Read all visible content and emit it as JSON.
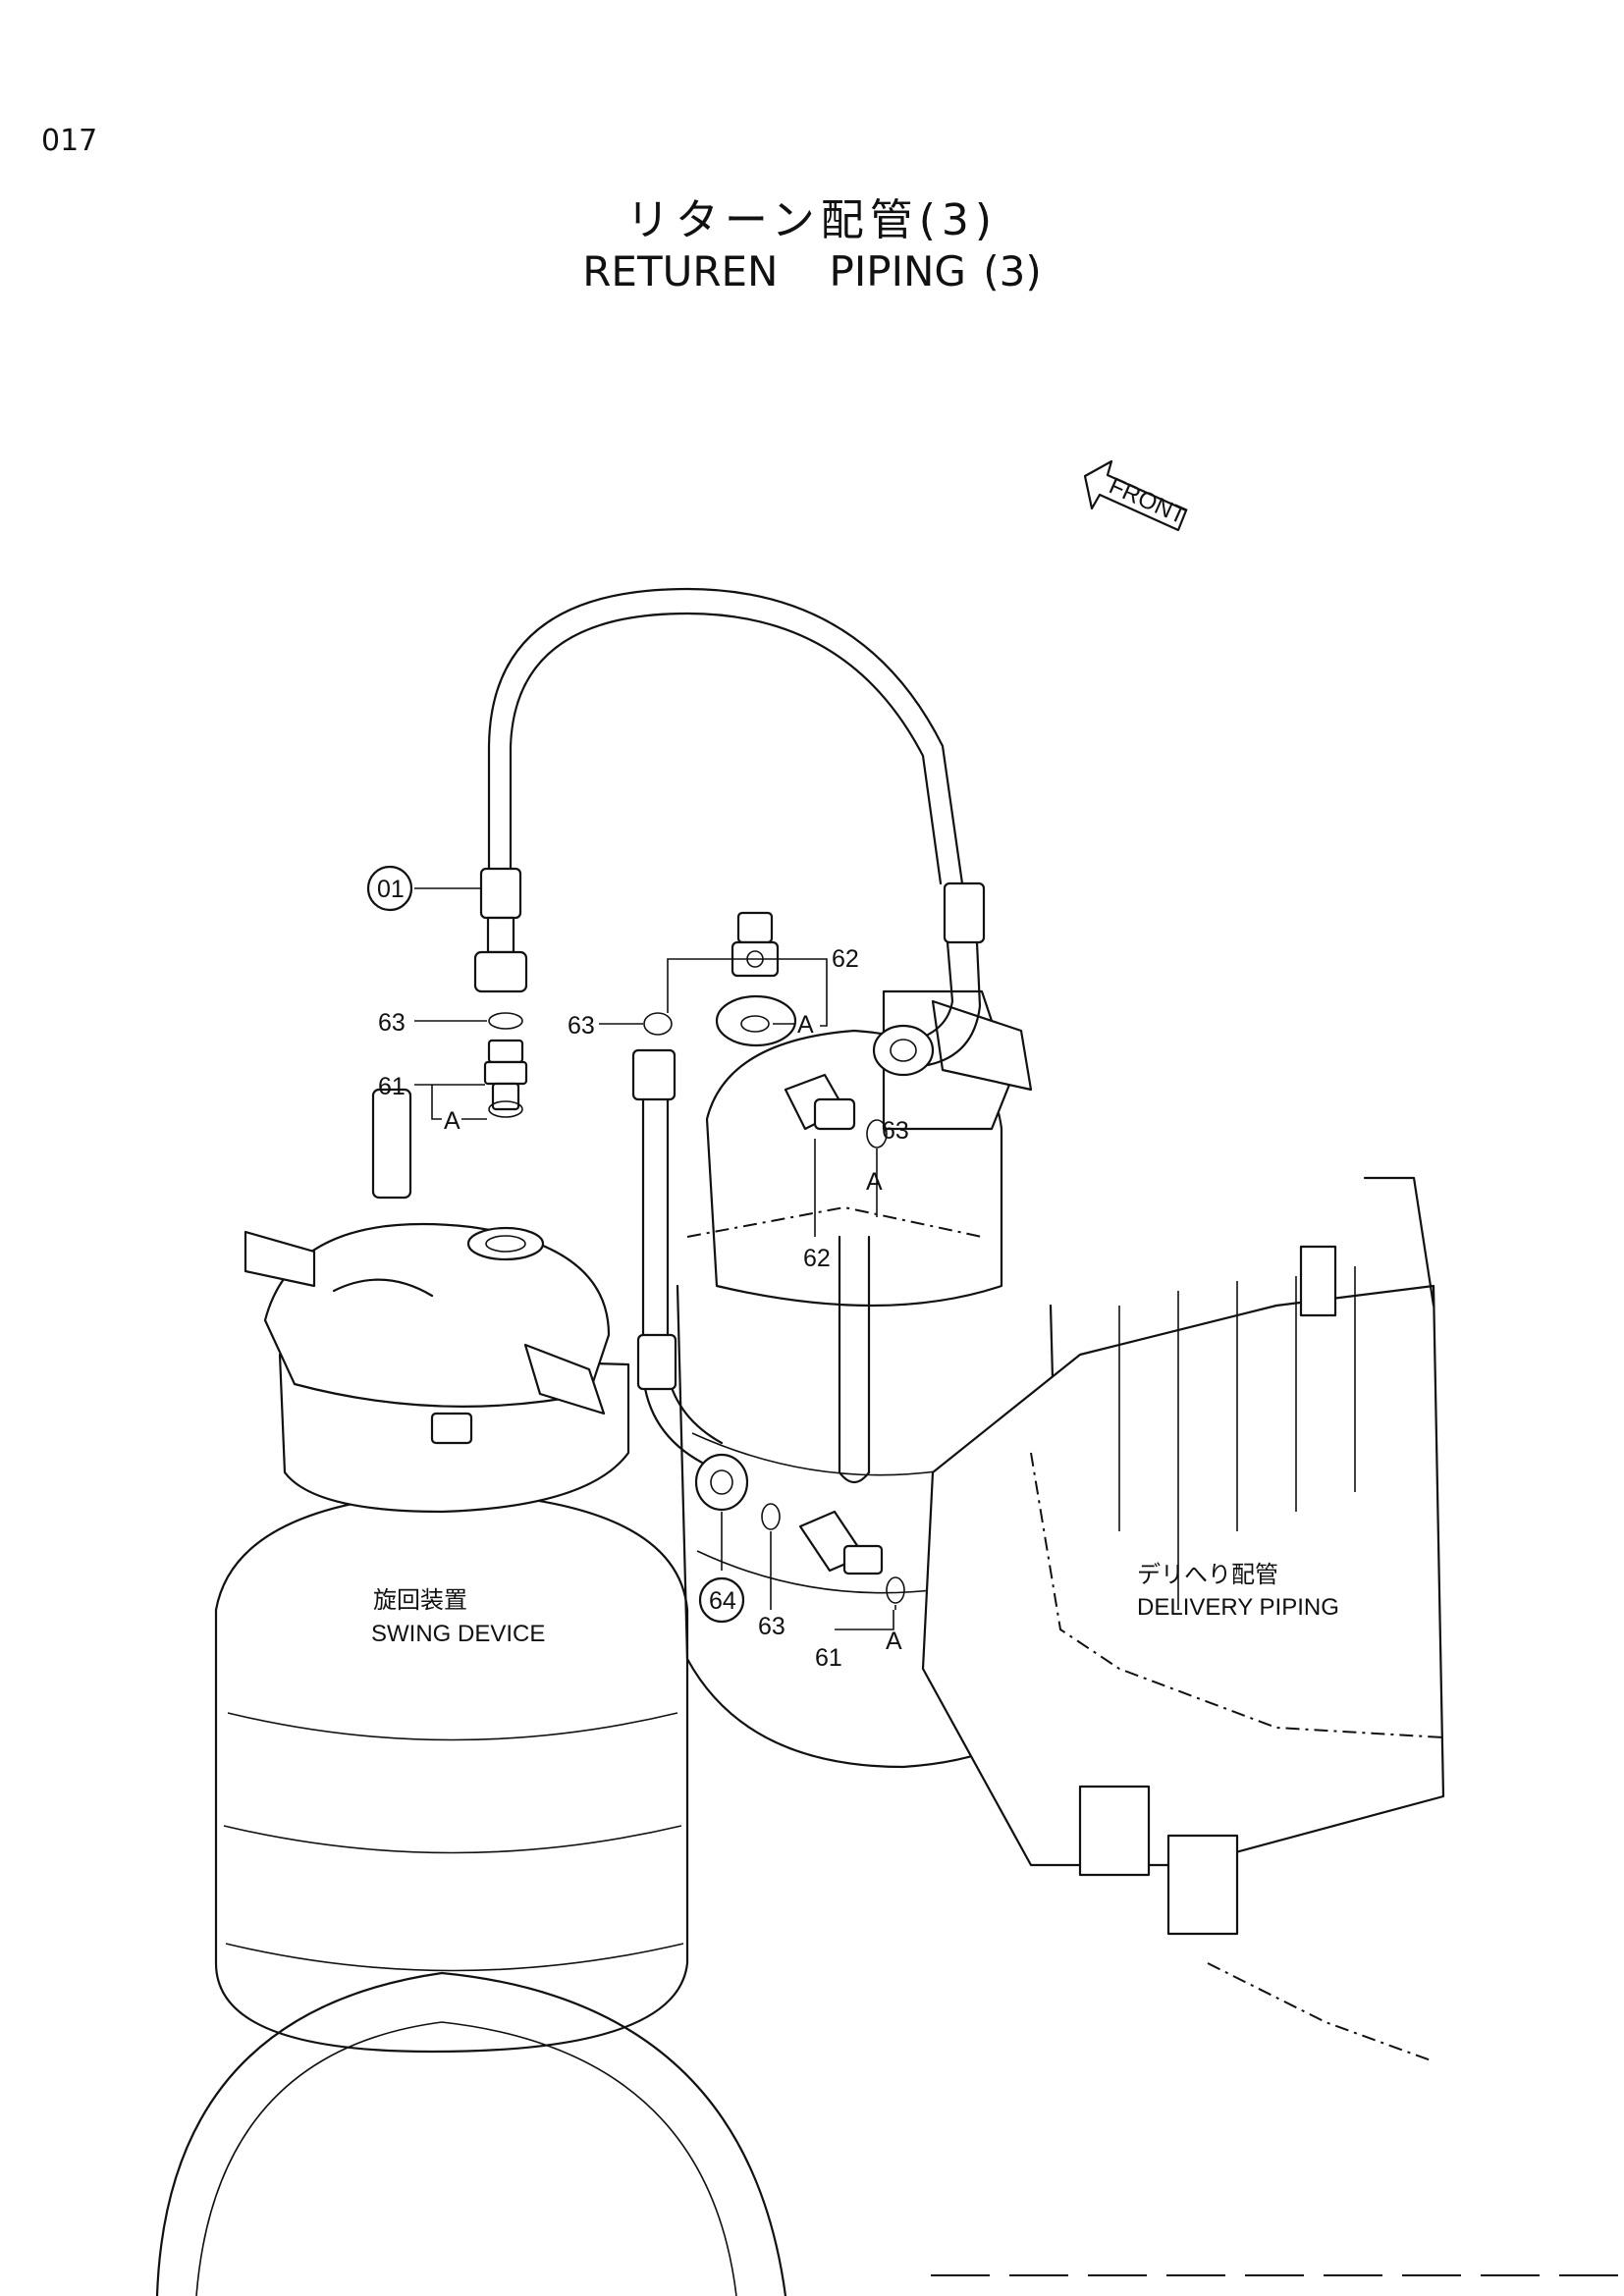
{
  "page": {
    "number": "017"
  },
  "title": {
    "japanese": "リターン配管(3)",
    "english": "RETUREN   PIPING (3)"
  },
  "front_indicator": {
    "label": "FRONT"
  },
  "part_labels": {
    "p01": "01",
    "p61_top": "61",
    "p61_bottom": "61",
    "p62_top": "62",
    "p62_mid": "62",
    "p63_left": "63",
    "p63_center": "63",
    "p63_right": "63",
    "p63_bottom": "63",
    "p64": "64",
    "a1": "A",
    "a2": "A",
    "a3": "A",
    "a4": "A"
  },
  "callouts": {
    "swing_device_jp": "旋回装置",
    "swing_device_en": "SWING DEVICE",
    "delivery_piping_jp": "デリへり配管",
    "delivery_piping_en": "DELIVERY PIPING"
  },
  "icons": {
    "front_arrow": "front-arrow-icon"
  }
}
